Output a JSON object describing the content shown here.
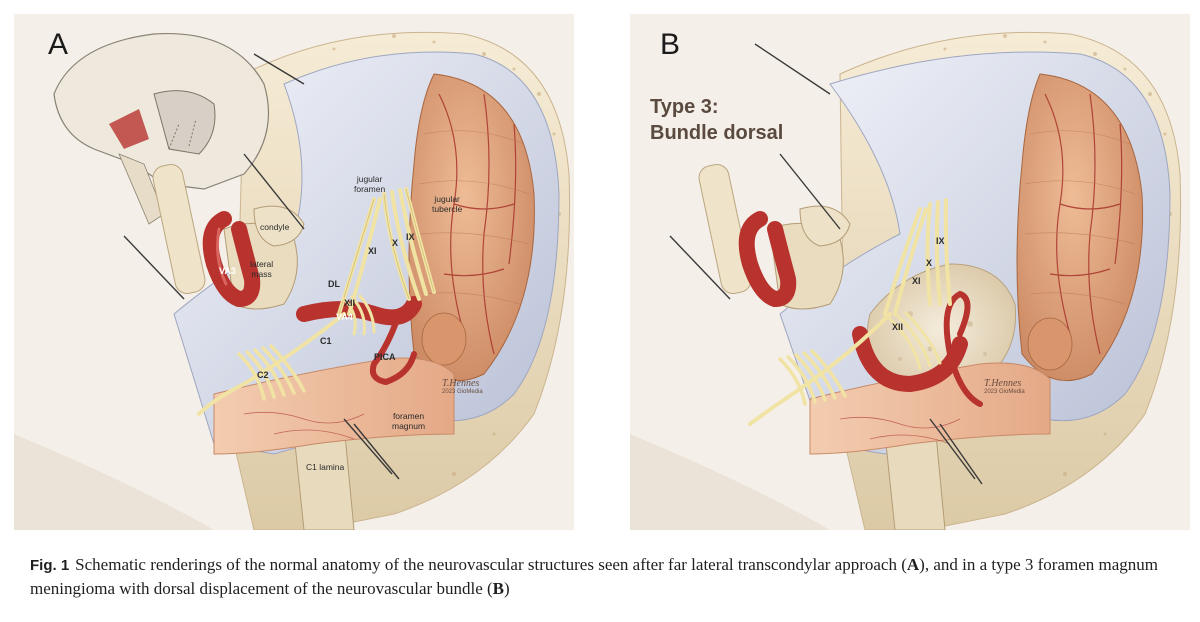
{
  "panels": [
    {
      "letter": "A",
      "labels": {
        "jugular_foramen_1": "jugular",
        "jugular_foramen_2": "foramen",
        "jugular_tubercle_1": "jugular",
        "jugular_tubercle_2": "tubercle",
        "ix": "IX",
        "x": "X",
        "xi": "XI",
        "condyle": "condyle",
        "lateral_mass_1": "lateral",
        "lateral_mass_2": "mass",
        "va3": "VA3",
        "dl": "DL",
        "xii": "XII",
        "va4": "VA4",
        "c1": "C1",
        "pica": "PICA",
        "c2": "C2",
        "foramen_magnum_1": "foramen",
        "foramen_magnum_2": "magnum",
        "c1_lamina": "C1 lamina"
      },
      "signature": "T.Hennes",
      "signature_sub": "2023 GioMedia"
    },
    {
      "letter": "B",
      "type_label_line1": "Type 3:",
      "type_label_line2": "Bundle dorsal",
      "labels": {
        "ix": "IX",
        "x": "X",
        "xi": "XI",
        "xii": "XII"
      },
      "signature": "T.Hennes",
      "signature_sub": "2023 GioMedia"
    }
  ],
  "caption": {
    "fig_label": "Fig. 1",
    "part1": "Schematic renderings of the normal anatomy of the neurovascular structures seen after far lateral transcondylar approach (",
    "ref_a": "A",
    "part2": "), and in a type 3 foramen magnum meningioma with dorsal displacement of the neurovascular bundle (",
    "ref_b": "B",
    "part3": ")"
  },
  "colors": {
    "dura": "#c9cfe0",
    "brain": "#dca27c",
    "artery": "#b8322e",
    "nerve": "#f1e3a4",
    "bone": "#efe3c9",
    "tumor": "#e9dcc4"
  }
}
